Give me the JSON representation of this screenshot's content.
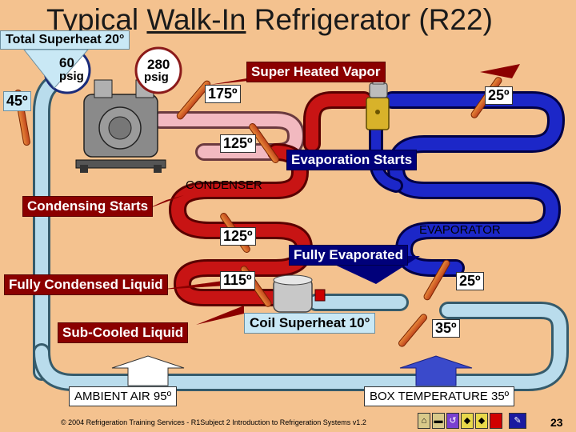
{
  "title_part1": "Typical ",
  "title_part2": "Walk-In",
  "title_part3": " Refrigerator (R22)",
  "total_superheat": "Total Superheat 20°",
  "suction_gauge": {
    "value": "60",
    "unit": "psig"
  },
  "discharge_gauge": {
    "value": "280",
    "unit": "psig"
  },
  "temps": {
    "t45": "45º",
    "t175": "175º",
    "t25_top": "25º",
    "t125_upper": "125º",
    "t125_lower": "125º",
    "t115": "115º",
    "t25_lower": "25º",
    "t35": "35º"
  },
  "labels": {
    "super_heated_vapor": "Super Heated Vapor",
    "evaporation_starts": "Evaporation Starts",
    "condenser": "CONDENSER",
    "condensing_starts": "Condensing Starts",
    "evaporator": "EVAPORATOR",
    "fully_evaporated": "Fully Evaporated",
    "fully_condensed_liquid": "Fully Condensed Liquid",
    "coil_superheat": "Coil Superheat 10°",
    "sub_cooled_liquid": "Sub-Cooled Liquid",
    "ambient_air": "AMBIENT AIR 95º",
    "box_temperature": "BOX TEMPERATURE 35º"
  },
  "footer": "© 2004 Refrigeration Training Services - R1Subject 2 Introduction to Refrigeration Systems v1.2",
  "page_number": "23",
  "colors": {
    "background": "#f4c28f",
    "light_blue_pipe": "#b9dcec",
    "red_pipe": "#c81414",
    "dark_blue_pipe": "#1c27c8",
    "pink_pipe": "#f2b9c0"
  },
  "nav_icons": [
    "home-icon",
    "folder-icon",
    "undo-icon",
    "prev-icon",
    "next-icon",
    "stop-icon",
    "pencil-icon"
  ]
}
